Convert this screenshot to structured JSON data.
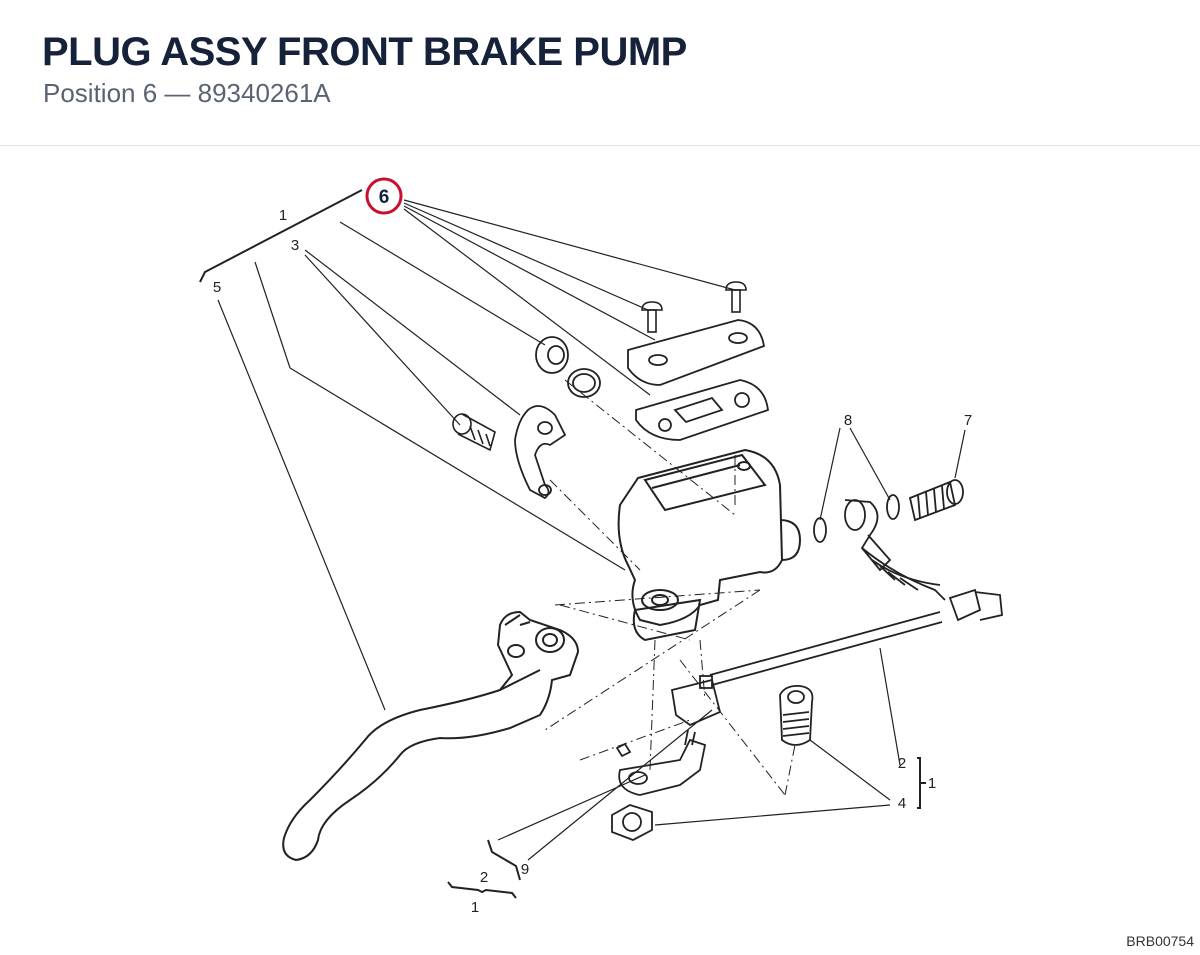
{
  "header": {
    "title": "PLUG ASSY FRONT BRAKE PUMP",
    "subtitle": "Position 6 — 89340261A"
  },
  "diagram": {
    "highlight": {
      "label": "6",
      "color": "#c8102e"
    },
    "callouts": {
      "c1_top": "1",
      "c3": "3",
      "c5": "5",
      "c8": "8",
      "c7": "7",
      "c2_right": "2",
      "c1_right": "1",
      "c4": "4",
      "c9": "9",
      "c2_bottom": "2",
      "c1_bottom": "1"
    },
    "reference_code": "BRB00754"
  }
}
